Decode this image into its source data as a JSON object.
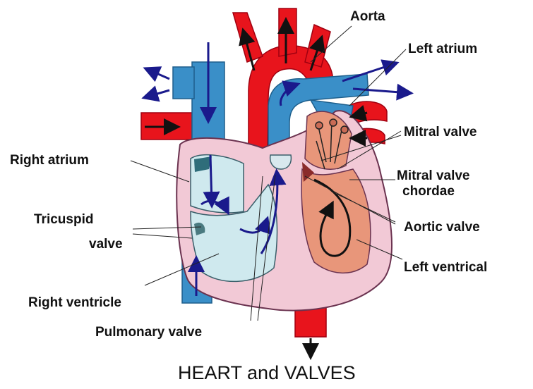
{
  "title": "HEART and VALVES",
  "labels": {
    "aorta": "Aorta",
    "left_atrium": "Left atrium",
    "mitral_valve": "Mitral valve",
    "mitral_valve_chordae_line1": "Mitral valve",
    "mitral_valve_chordae_line2": "chordae",
    "aortic_valve": "Aortic valve",
    "left_ventrical": "Left ventrical",
    "right_atrium": "Right atrium",
    "tricuspid_valve_line1": "Tricuspid",
    "tricuspid_valve_line2": "valve",
    "right_ventricle": "Right ventricle",
    "pulmonary_valve": "Pulmonary valve"
  },
  "colors": {
    "oxygenated_blood": "#e8141c",
    "deoxygenated_blood": "#3a8fc8",
    "heart_wall": "#f2c9d6",
    "right_chambers": "#cfe9ee",
    "left_ventricle": "#e8967a",
    "flow_arrows": "#1a1a8c"
  }
}
